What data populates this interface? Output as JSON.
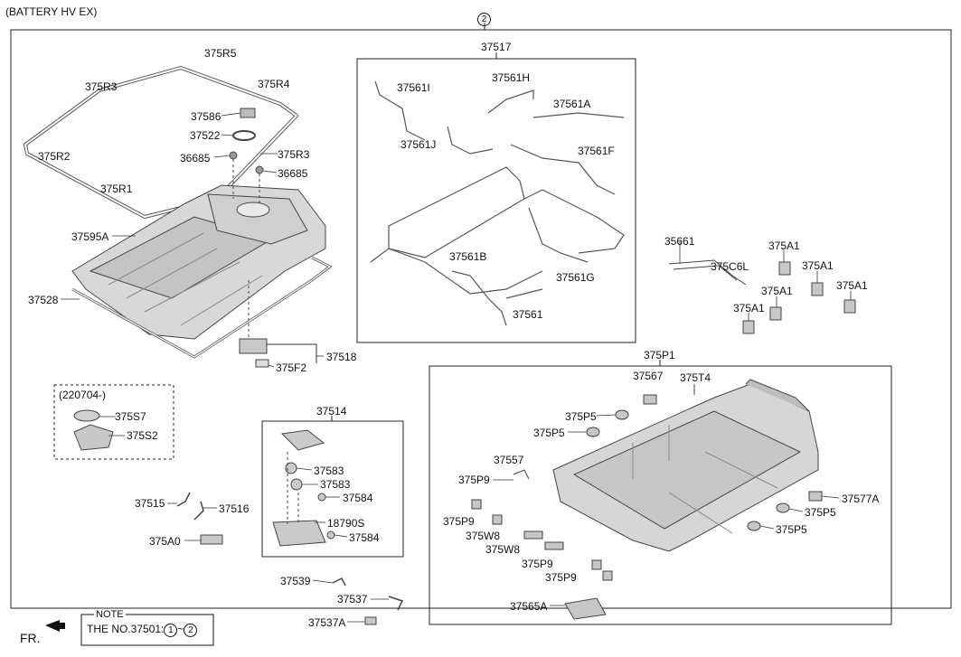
{
  "header": {
    "title": "(BATTERY HV EX)",
    "ref_circle": "2"
  },
  "labels": [
    {
      "id": "37517",
      "text": "37517"
    },
    {
      "id": "375R5",
      "text": "375R5"
    },
    {
      "id": "375R3a",
      "text": "375R3"
    },
    {
      "id": "375R4",
      "text": "375R4"
    },
    {
      "id": "37586",
      "text": "37586"
    },
    {
      "id": "37522",
      "text": "37522"
    },
    {
      "id": "375R3b",
      "text": "375R3"
    },
    {
      "id": "375R2",
      "text": "375R2"
    },
    {
      "id": "36685a",
      "text": "36685"
    },
    {
      "id": "36685b",
      "text": "36685"
    },
    {
      "id": "375R1",
      "text": "375R1"
    },
    {
      "id": "37595A",
      "text": "37595A"
    },
    {
      "id": "37528",
      "text": "37528"
    },
    {
      "id": "37518",
      "text": "37518"
    },
    {
      "id": "375F2",
      "text": "375F2"
    },
    {
      "id": "37561I",
      "text": "37561I"
    },
    {
      "id": "37561H",
      "text": "37561H"
    },
    {
      "id": "37561A",
      "text": "37561A"
    },
    {
      "id": "37561J",
      "text": "37561J"
    },
    {
      "id": "37561F",
      "text": "37561F"
    },
    {
      "id": "37561B",
      "text": "37561B"
    },
    {
      "id": "37561G",
      "text": "37561G"
    },
    {
      "id": "37561",
      "text": "37561"
    },
    {
      "id": "35661",
      "text": "35661"
    },
    {
      "id": "375C6L",
      "text": "375C6L"
    },
    {
      "id": "375A1a",
      "text": "375A1"
    },
    {
      "id": "375A1b",
      "text": "375A1"
    },
    {
      "id": "375A1c",
      "text": "375A1"
    },
    {
      "id": "375A1d",
      "text": "375A1"
    },
    {
      "id": "375A1e",
      "text": "375A1"
    },
    {
      "id": "220704",
      "text": "(220704-)"
    },
    {
      "id": "375S7",
      "text": "375S7"
    },
    {
      "id": "375S2",
      "text": "375S2"
    },
    {
      "id": "37514",
      "text": "37514"
    },
    {
      "id": "37583a",
      "text": "37583"
    },
    {
      "id": "37583b",
      "text": "37583"
    },
    {
      "id": "37584a",
      "text": "37584"
    },
    {
      "id": "18790S",
      "text": "18790S"
    },
    {
      "id": "37584b",
      "text": "37584"
    },
    {
      "id": "37515",
      "text": "37515"
    },
    {
      "id": "37516",
      "text": "37516"
    },
    {
      "id": "375A0",
      "text": "375A0"
    },
    {
      "id": "37539",
      "text": "37539"
    },
    {
      "id": "37537",
      "text": "37537"
    },
    {
      "id": "37537A",
      "text": "37537A"
    },
    {
      "id": "375P1",
      "text": "375P1"
    },
    {
      "id": "37567",
      "text": "37567"
    },
    {
      "id": "375T4",
      "text": "375T4"
    },
    {
      "id": "375P5a",
      "text": "375P5"
    },
    {
      "id": "375P5b",
      "text": "375P5"
    },
    {
      "id": "37557",
      "text": "37557"
    },
    {
      "id": "375P9a",
      "text": "375P9"
    },
    {
      "id": "375P9b",
      "text": "375P9"
    },
    {
      "id": "375W8a",
      "text": "375W8"
    },
    {
      "id": "375W8b",
      "text": "375W8"
    },
    {
      "id": "375P9c",
      "text": "375P9"
    },
    {
      "id": "375P9d",
      "text": "375P9"
    },
    {
      "id": "37577A",
      "text": "37577A"
    },
    {
      "id": "375P5c",
      "text": "375P5"
    },
    {
      "id": "375P5d",
      "text": "375P5"
    },
    {
      "id": "37565A",
      "text": "37565A"
    }
  ],
  "note": {
    "title": "NOTE",
    "text_prefix": "THE NO.37501:",
    "ref_from": "1",
    "ref_sep": "~",
    "ref_to": "2"
  },
  "front_marker": {
    "text": "FR."
  }
}
